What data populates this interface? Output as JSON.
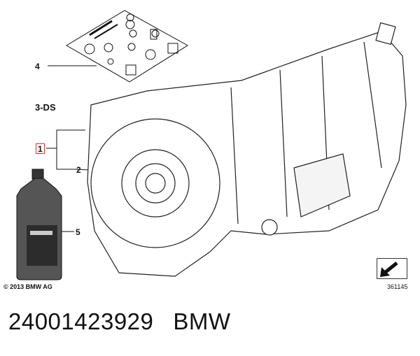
{
  "diagram": {
    "variant_label": "3-DS",
    "callouts": {
      "c1": "1",
      "c2": "2",
      "c4": "4",
      "c5": "5"
    },
    "copyright": "© 2013 BMW AG",
    "diagram_number": "361145"
  },
  "footer": {
    "part_number": "24001423929",
    "brand": "BMW"
  }
}
